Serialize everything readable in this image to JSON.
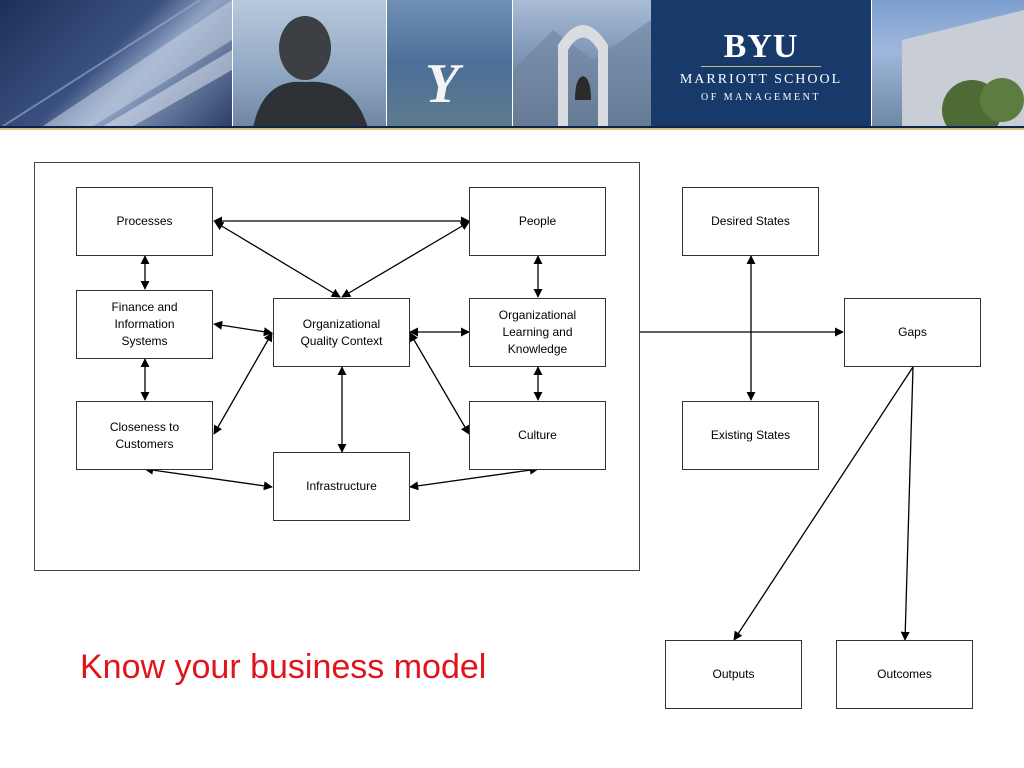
{
  "banner": {
    "logo_main": "BYU",
    "logo_school": "MARRIOTT SCHOOL",
    "logo_sub": "OF MANAGEMENT",
    "brand_color": "#173a6b",
    "accent_color": "#d2c38b"
  },
  "diagram": {
    "processes": "Processes",
    "people": "People",
    "finance": "Finance and\nInformation\nSystems",
    "oqc": "Organizational\nQuality Context",
    "olk": "Organizational\nLearning and\nKnowledge",
    "closeness": "Closeness to\nCustomers",
    "culture": "Culture",
    "infrastructure": "Infrastructure",
    "desired_states": "Desired States",
    "existing_states": "Existing States",
    "gaps": "Gaps",
    "outputs": "Outputs",
    "outcomes": "Outcomes"
  },
  "slide": {
    "title": "Know your business model",
    "title_color": "#e0141b"
  }
}
